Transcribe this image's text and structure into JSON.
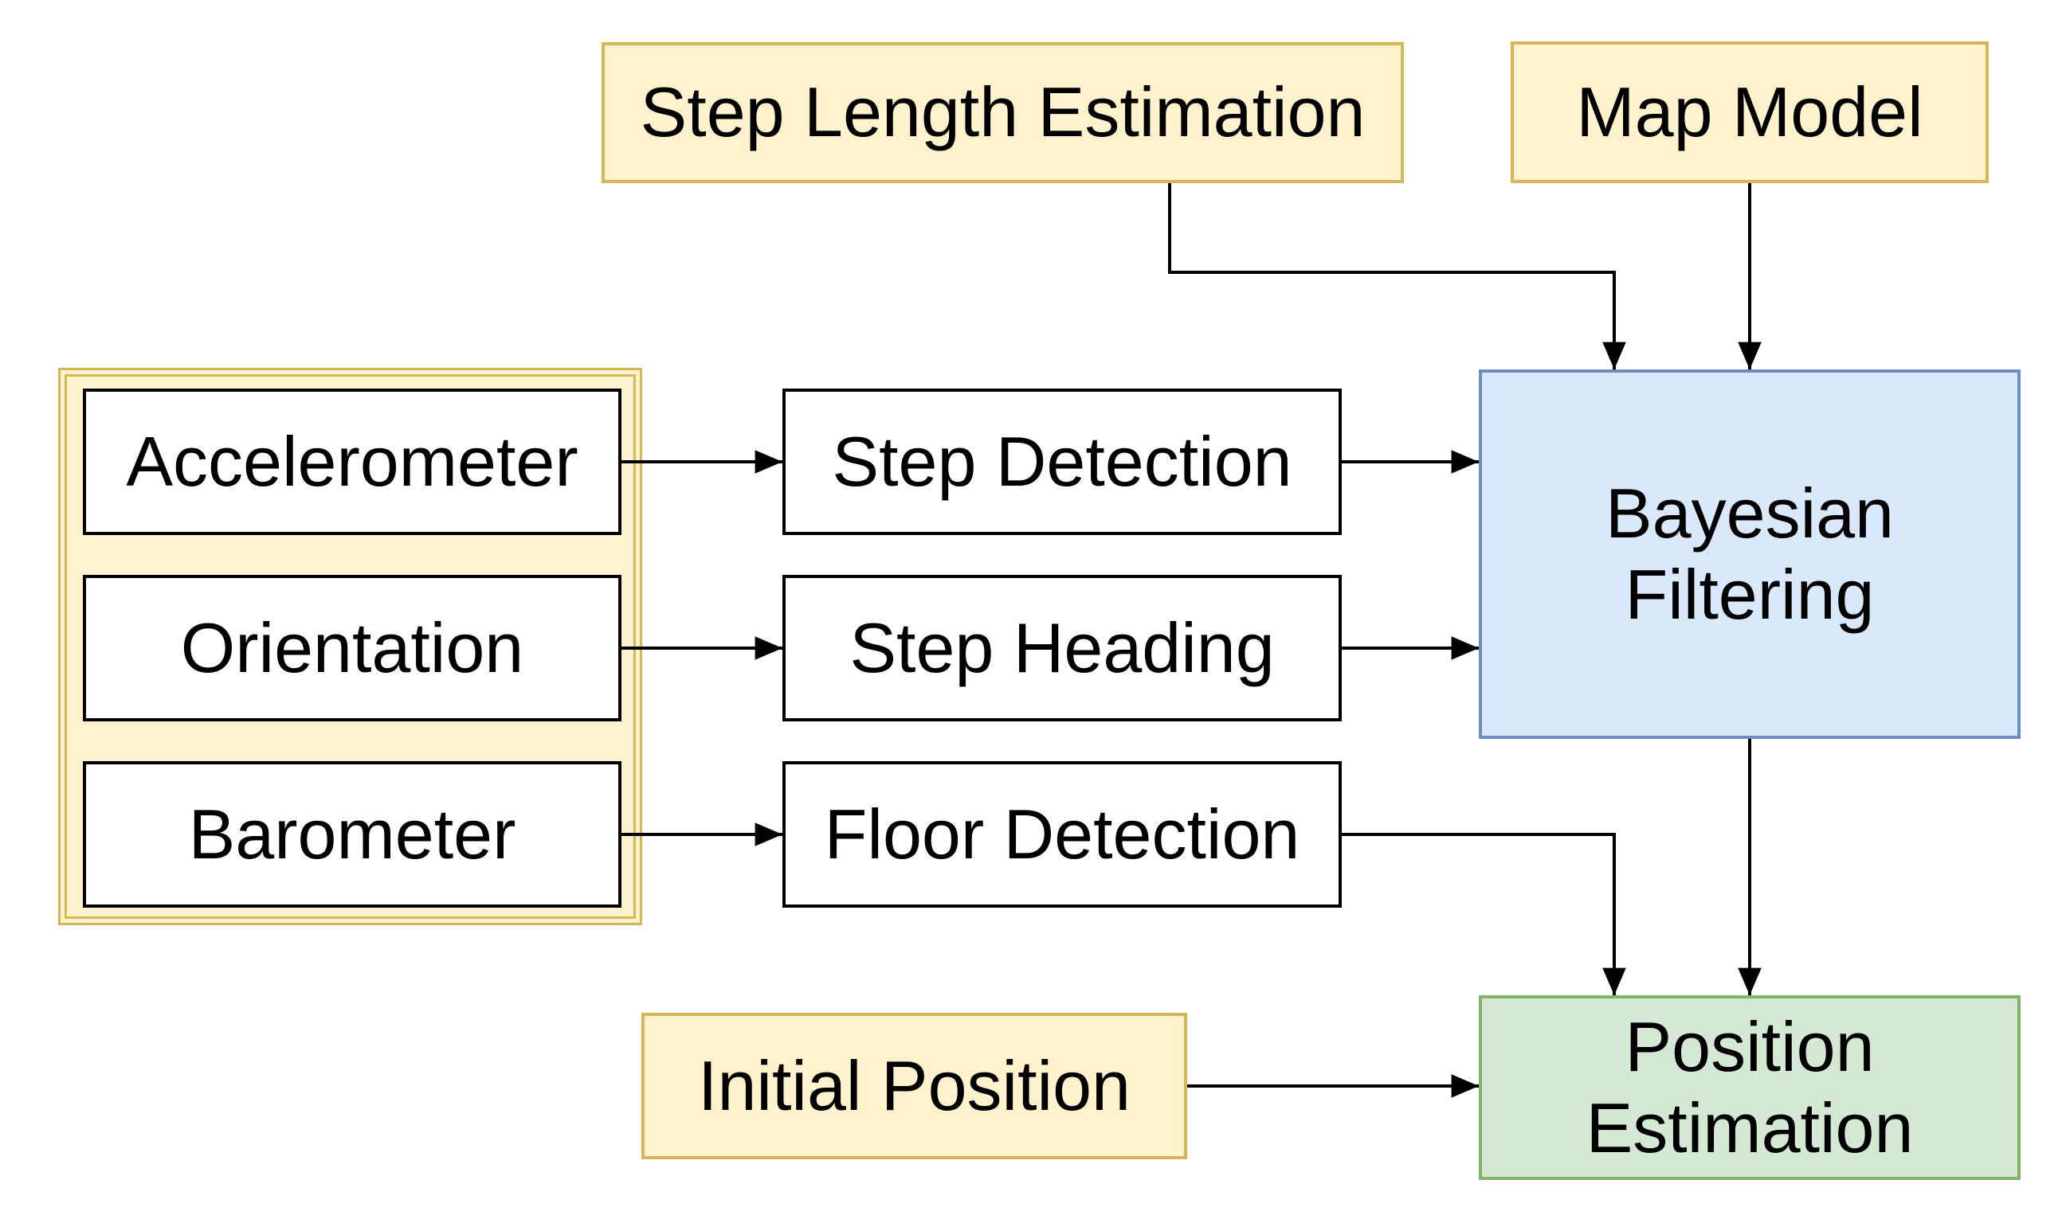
{
  "diagram": {
    "type": "flowchart",
    "background": "#FFFFFF",
    "nodes": {
      "step_length_estimation": {
        "label": "Step Length Estimation",
        "fill": "#FFF2CC",
        "stroke": "#D6B656"
      },
      "map_model": {
        "label": "Map Model",
        "fill": "#FFF2CC",
        "stroke": "#D6B656"
      },
      "sensors_group": {
        "label": "",
        "fill": "#FFF2CC",
        "stroke": "#D6B656",
        "border_style": "double"
      },
      "accelerometer": {
        "label": "Accelerometer",
        "fill": "#FFFFFF",
        "stroke": "#000000"
      },
      "orientation": {
        "label": "Orientation",
        "fill": "#FFFFFF",
        "stroke": "#000000"
      },
      "barometer": {
        "label": "Barometer",
        "fill": "#FFFFFF",
        "stroke": "#000000"
      },
      "step_detection": {
        "label": "Step Detection",
        "fill": "#FFFFFF",
        "stroke": "#000000"
      },
      "step_heading": {
        "label": "Step Heading",
        "fill": "#FFFFFF",
        "stroke": "#000000"
      },
      "floor_detection": {
        "label": "Floor Detection",
        "fill": "#FFFFFF",
        "stroke": "#000000"
      },
      "bayesian_filtering": {
        "label": "Bayesian Filtering",
        "fill": "#DAE8FC",
        "stroke": "#6C8EBF"
      },
      "position_estimation": {
        "label": "Position Estimation",
        "fill": "#D5E8D4",
        "stroke": "#82B366"
      },
      "initial_position": {
        "label": "Initial Position",
        "fill": "#FFF2CC",
        "stroke": "#D6B656"
      }
    },
    "edges": [
      {
        "from": "accelerometer",
        "to": "step_detection",
        "style": "straight-arrow"
      },
      {
        "from": "orientation",
        "to": "step_heading",
        "style": "straight-arrow"
      },
      {
        "from": "barometer",
        "to": "floor_detection",
        "style": "straight-arrow"
      },
      {
        "from": "step_detection",
        "to": "bayesian_filtering",
        "style": "straight-arrow"
      },
      {
        "from": "step_heading",
        "to": "bayesian_filtering",
        "style": "straight-arrow"
      },
      {
        "from": "step_length_estimation",
        "to": "bayesian_filtering",
        "style": "elbow-arrow"
      },
      {
        "from": "map_model",
        "to": "bayesian_filtering",
        "style": "straight-arrow"
      },
      {
        "from": "floor_detection",
        "to": "position_estimation",
        "style": "elbow-arrow"
      },
      {
        "from": "bayesian_filtering",
        "to": "position_estimation",
        "style": "straight-arrow"
      },
      {
        "from": "initial_position",
        "to": "position_estimation",
        "style": "straight-arrow"
      }
    ],
    "edge_color": "#000000"
  }
}
